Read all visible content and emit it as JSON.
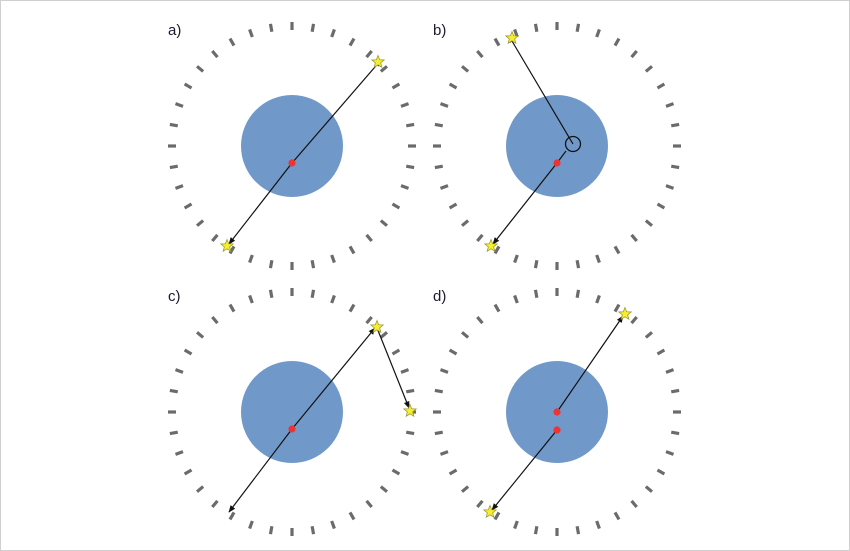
{
  "panels": [
    {
      "id": "a",
      "label": "a)",
      "events": [
        {
          "type": "emission",
          "from": "point-1",
          "to": "star-1"
        },
        {
          "type": "emission",
          "from": "point-1",
          "to": "star-2"
        }
      ]
    },
    {
      "id": "b",
      "label": "b)",
      "events": [
        {
          "type": "emission",
          "from": "point-1",
          "to": "star-2"
        },
        {
          "type": "emission",
          "from": "ring-marker",
          "to": "star-1"
        }
      ]
    },
    {
      "id": "c",
      "label": "c)",
      "events": [
        {
          "type": "emission",
          "from": "point-1",
          "to": "star-1"
        },
        {
          "type": "emission",
          "from": "point-1",
          "to": "escape-tip"
        },
        {
          "type": "scatter",
          "from": "star-1",
          "to": "star-3"
        }
      ]
    },
    {
      "id": "d",
      "label": "d)",
      "events": [
        {
          "type": "emission",
          "from": "point-1",
          "to": "star-1"
        },
        {
          "type": "emission",
          "from": "point-2",
          "to": "star-2"
        }
      ]
    }
  ],
  "colors": {
    "background": "#ffffff",
    "body_disk": "#7099c9",
    "source_point": "#ee3333",
    "star_fill": "#f5ef30",
    "star_stroke": "#9e9a2c",
    "detector_tick": "#6b6b6b",
    "line": "#111111",
    "label": "#1a1a2e"
  },
  "icons": {
    "detector": "detector-tick",
    "source": "red-dot",
    "hit": "star-icon",
    "marker": "ring-marker"
  }
}
